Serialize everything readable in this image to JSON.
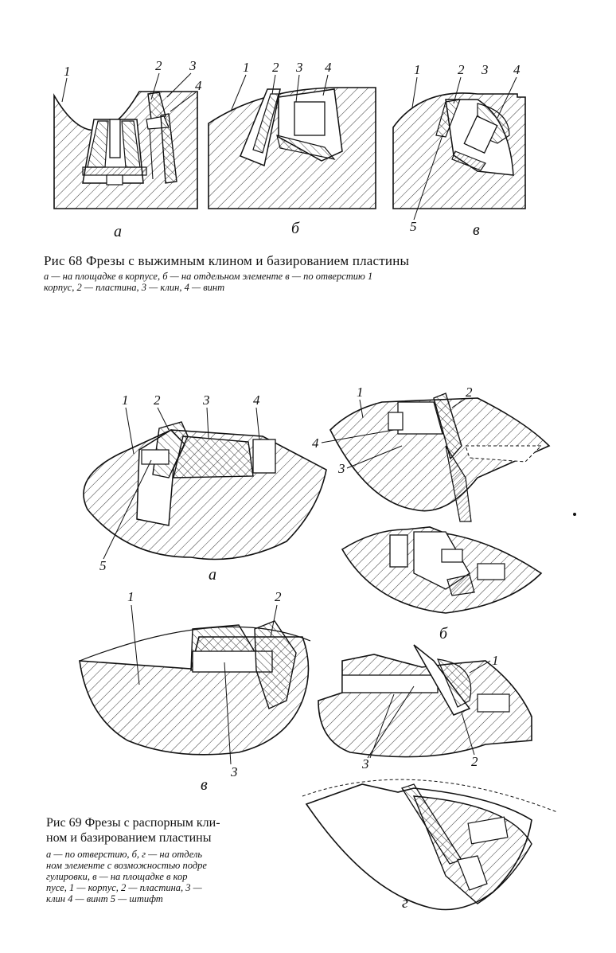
{
  "fig68": {
    "title": "Рис 68 Фрезы с выжимным клином и базированием пластины",
    "caption_line1": "а — на площадке в корпусе, б — на отдельном элементе в — по отверстию 1",
    "caption_line2": "корпус, 2 — пластина, 3 — клин, 4 — винт",
    "panel_a": {
      "sublabel": "а",
      "labels": [
        "1",
        "2",
        "3",
        "4"
      ]
    },
    "panel_b": {
      "sublabel": "б",
      "labels": [
        "1",
        "2",
        "3",
        "4"
      ]
    },
    "panel_v": {
      "sublabel": "в",
      "labels": [
        "1",
        "2",
        "3",
        "4",
        "5"
      ]
    }
  },
  "fig69": {
    "title_line1": "Рис 69 Фрезы с распорным кли-",
    "title_line2": "ном и базированием пластины",
    "caption_line1": "а — по отверстию, б, г — на отдель",
    "caption_line2": "ном элементе с возможностью подре",
    "caption_line3": "гулировки, в — на площадке в кор",
    "caption_line4": "пусе, 1 — корпус, 2 — пластина, 3 —",
    "caption_line5": "клин 4 — винт 5 — штифт",
    "panel_a": {
      "sublabel": "а",
      "labels": [
        "1",
        "2",
        "3",
        "4",
        "5"
      ]
    },
    "panel_b": {
      "sublabel": "б",
      "labels": [
        "1",
        "2",
        "3",
        "4"
      ]
    },
    "panel_v": {
      "sublabel": "в",
      "labels": [
        "1",
        "2",
        "3"
      ]
    },
    "panel_g": {
      "sublabel": "г",
      "labels": [
        "1",
        "2",
        "3"
      ]
    }
  }
}
